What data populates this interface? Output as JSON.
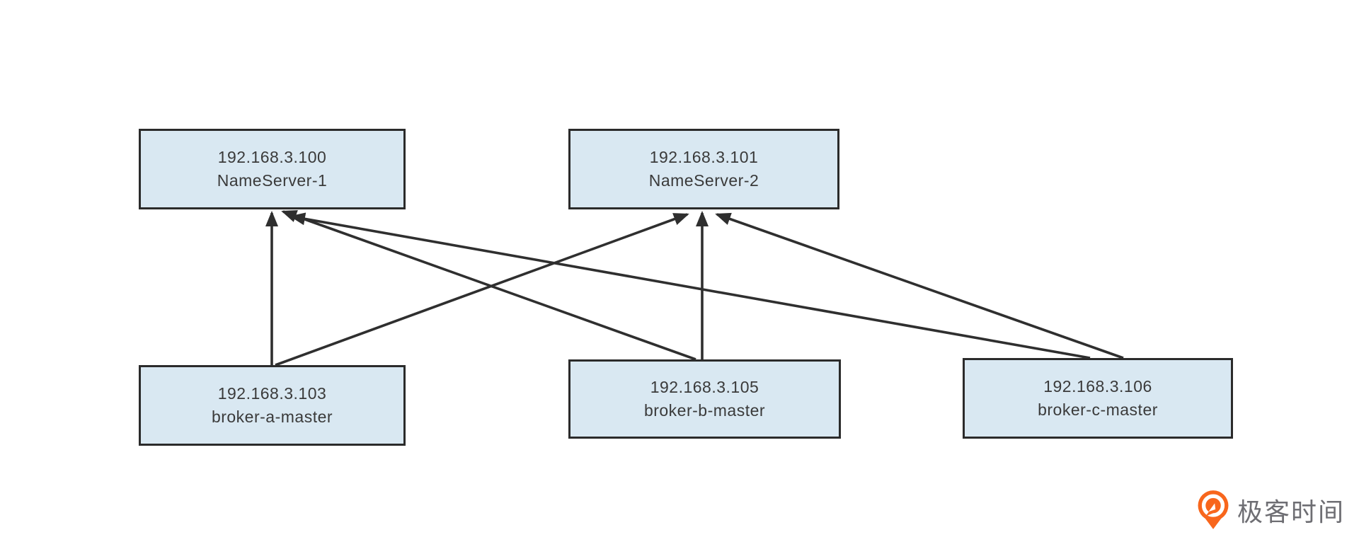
{
  "diagram": {
    "nodes": [
      {
        "id": "nameserver-1",
        "ip": "192.168.3.100",
        "label": "NameServer-1"
      },
      {
        "id": "nameserver-2",
        "ip": "192.168.3.101",
        "label": "NameServer-2"
      },
      {
        "id": "broker-a",
        "ip": "192.168.3.103",
        "label": "broker-a-master"
      },
      {
        "id": "broker-b",
        "ip": "192.168.3.105",
        "label": "broker-b-master"
      },
      {
        "id": "broker-c",
        "ip": "192.168.3.106",
        "label": "broker-c-master"
      }
    ],
    "edges": [
      {
        "from": "broker-a-master",
        "to": "NameServer-1"
      },
      {
        "from": "broker-a-master",
        "to": "NameServer-2"
      },
      {
        "from": "broker-b-master",
        "to": "NameServer-1"
      },
      {
        "from": "broker-b-master",
        "to": "NameServer-2"
      },
      {
        "from": "broker-c-master",
        "to": "NameServer-1"
      },
      {
        "from": "broker-c-master",
        "to": "NameServer-2"
      }
    ],
    "colors": {
      "node_fill": "#d9e8f2",
      "node_border": "#2b2b2b",
      "arrow": "#2f2f2f",
      "node_text": "#3a3a3a",
      "background": "#ffffff"
    }
  },
  "branding": {
    "logo_text": "极客时间",
    "logo_color": "#f8661c",
    "logo_text_color": "#6e6e73"
  }
}
